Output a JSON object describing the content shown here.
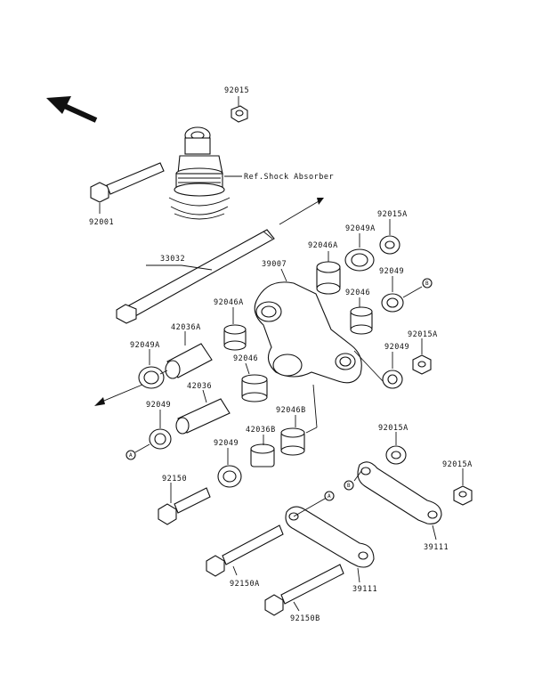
{
  "callout": "Ref.Shock Absorber",
  "markers": {
    "a": "A",
    "b": "B"
  },
  "parts": {
    "p92015_top": "92015",
    "p92001": "92001",
    "p33032": "33032",
    "p39007": "39007",
    "p92046A_top": "92046A",
    "p92049A_top": "92049A",
    "p92015A_top": "92015A",
    "p92049_r1": "92049",
    "p92046_r": "92046",
    "p92049_r2": "92049",
    "p92015A_r": "92015A",
    "p42036A": "42036A",
    "p92046A_mid": "92046A",
    "p92049A_left": "92049A",
    "p92046_mid": "92046",
    "p42036": "42036",
    "p92049_left": "92049",
    "p42036B": "42036B",
    "p92046B": "92046B",
    "p92049_mid": "92049",
    "p92150": "92150",
    "p92015A_r2": "92015A",
    "p92015A_r3": "92015A",
    "p39111_r": "39111",
    "p92150A": "92150A",
    "p39111_mid": "39111",
    "p92150B": "92150B"
  }
}
